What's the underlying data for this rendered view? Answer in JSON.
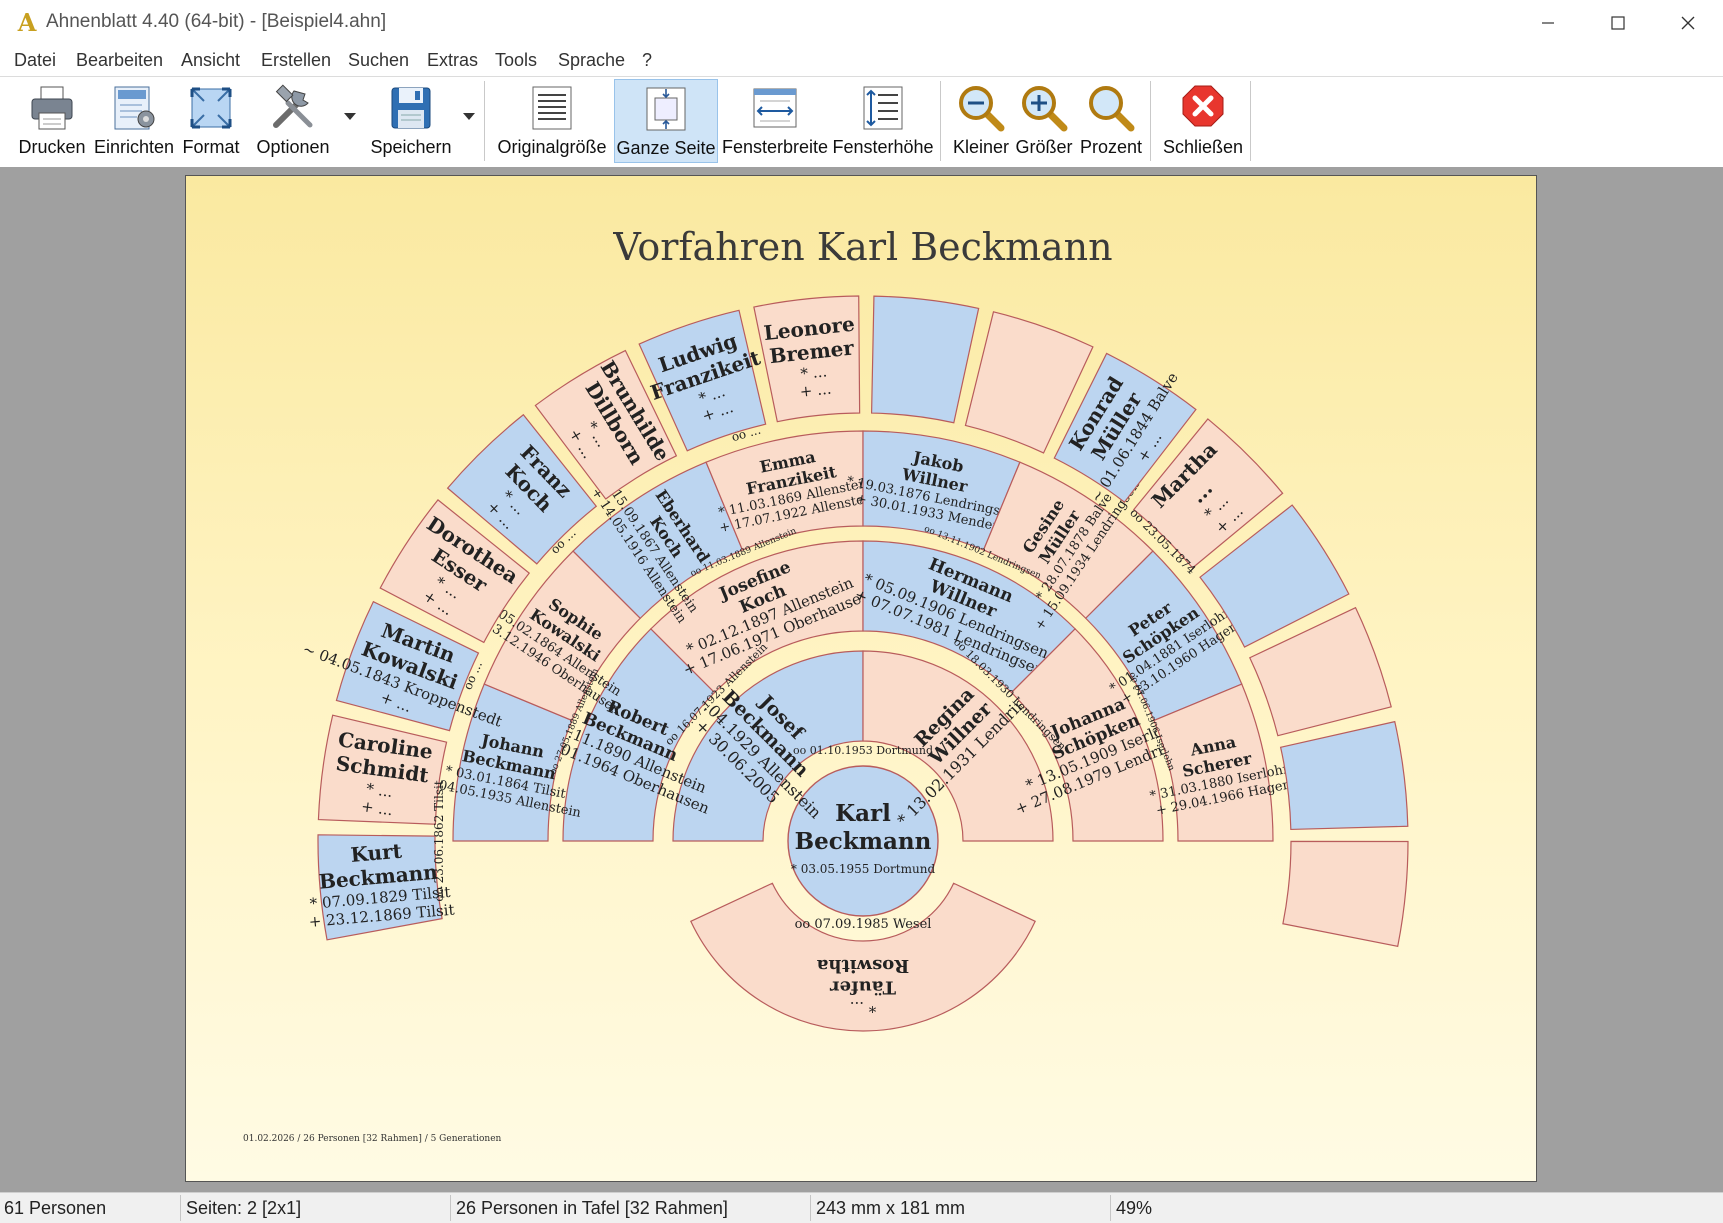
{
  "window": {
    "title": "Ahnenblatt 4.40 (64-bit) - [Beispiel4.ahn]"
  },
  "menu": [
    "Datei",
    "Bearbeiten",
    "Ansicht",
    "Erstellen",
    "Suchen",
    "Extras",
    "Tools",
    "Sprache",
    "?"
  ],
  "toolbar": {
    "drucken": "Drucken",
    "einrichten": "Einrichten",
    "format": "Format",
    "optionen": "Optionen",
    "speichern": "Speichern",
    "originalgroesse": "Originalgröße",
    "ganze_seite": "Ganze Seite",
    "fensterbreite": "Fensterbreite",
    "fensterhoehe": "Fensterhöhe",
    "kleiner": "Kleiner",
    "groesser": "Größer",
    "prozent": "Prozent",
    "schliessen": "Schließen"
  },
  "chart": {
    "title": "Vorfahren Karl Beckmann",
    "footer": "01.02.2026 / 26 Personen [32 Rahmen] / 5 Generationen",
    "colors": {
      "male": "#bcd5f0",
      "female": "#fadccb",
      "outline": "#b85c5c"
    },
    "center": {
      "name1": "Karl",
      "name2": "Beckmann",
      "line": "* 03.05.1955 Dortmund"
    },
    "gen2": [
      {
        "name1": "Josef",
        "name2": "Beckmann",
        "line1": "* 15.04.1929 Allenstein",
        "line2": "+ 30.06.2005"
      },
      {
        "name1": "Regina",
        "name2": "Willner",
        "line1": "* 13.02.1931 Lendringsen",
        "line2": ""
      },
      {
        "name1": "Roswitha",
        "name2": "Täufer",
        "line1": "* ...",
        "line2": ""
      }
    ],
    "marriages": {
      "parents": "oo 01.10.1953 Dortmund",
      "roswitha": "oo 07.09.1985 Wesel",
      "josef_parents": "oo 16.07.1923 Allenstein",
      "regina_parents": "oo 18.03.1930 Lendringsen",
      "robert_parents": "oo 27.05.1889 Allenstein",
      "josefine_parents": "oo 11.03.1889 Allenstein",
      "hermann_parents": "oo 13.11.1902 Lendringsen",
      "johanna_parents": "oo 07.06.1906 Iserlohn",
      "johann_parents": "oo 23.06.1862 Tilsit",
      "sophie_parents": "oo ...",
      "eberhard_parents": "oo ...",
      "emma_parents": "oo ...",
      "gesine_parents": "oo 23.05.1874"
    },
    "gen3": [
      {
        "name1": "Robert",
        "name2": "Beckmann",
        "line1": "* 21.11.1890 Allenstein",
        "line2": "+ 02.01.1964 Oberhausen"
      },
      {
        "name1": "Josefine",
        "name2": "Koch",
        "line1": "* 02.12.1897 Allenstein",
        "line2": "+ 17.06.1971 Oberhausen"
      },
      {
        "name1": "Hermann",
        "name2": "Willner",
        "line1": "* 05.09.1906 Lendringsen",
        "line2": "+ 07.07.1981 Lendringsen"
      },
      {
        "name1": "Johanna",
        "name2": "Schöpken",
        "line1": "* 13.05.1909 Iserlohn",
        "line2": "+ 27.08.1979 Lendringsen"
      }
    ],
    "gen4": [
      {
        "name1": "Johann",
        "name2": "Beckmann",
        "line1": "* 03.01.1864 Tilsit",
        "line2": "+ 04.05.1935 Allenstein"
      },
      {
        "name1": "Sophie",
        "name2": "Kowalski",
        "line1": "* 05.02.1864 Allenstein",
        "line2": "+ 13.12.1946 Oberhausen"
      },
      {
        "name1": "Eberhard",
        "name2": "Koch",
        "line1": "* 15.09.1867 Allenstein",
        "line2": "+ 14.05.1916 Allenstein"
      },
      {
        "name1": "Emma",
        "name2": "Franzikeit",
        "line1": "* 11.03.1869 Allenstein",
        "line2": "+ 17.07.1922 Allenstein"
      },
      {
        "name1": "Jakob",
        "name2": "Willner",
        "line1": "* 19.03.1876 Lendringsen",
        "line2": "+ 30.01.1933 Menden"
      },
      {
        "name1": "Gesine",
        "name2": "Müller",
        "line1": "* 28.07.1878 Balve",
        "line2": "+ 15.09.1934 Lendringsen"
      },
      {
        "name1": "Peter",
        "name2": "Schöpken",
        "line1": "* 01.04.1881 Iserlohn",
        "line2": "+ 23.10.1960 Hagen"
      },
      {
        "name1": "Anna",
        "name2": "Scherer",
        "line1": "* 31.03.1880 Iserlohn",
        "line2": "+ 29.04.1966 Hagen"
      }
    ],
    "gen5": [
      {
        "name1": "Kurt",
        "name2": "Beckmann",
        "line1": "* 07.09.1829 Tilsit",
        "line2": "+ 23.12.1869 Tilsit"
      },
      {
        "name1": "Caroline",
        "name2": "Schmidt",
        "line1": "* ...",
        "line2": "+ ..."
      },
      {
        "name1": "Martin",
        "name2": "Kowalski",
        "line1": "~ 04.05.1843 Kroppenstedt",
        "line2": "+ ..."
      },
      {
        "name1": "Dorothea",
        "name2": "Esser",
        "line1": "* ...",
        "line2": "+ ..."
      },
      {
        "name1": "Franz",
        "name2": "Koch",
        "line1": "* ...",
        "line2": "+ ..."
      },
      {
        "name1": "Brunhilde",
        "name2": "Dillborn",
        "line1": "* ...",
        "line2": "+ ..."
      },
      {
        "name1": "Ludwig",
        "name2": "Franzikeit",
        "line1": "* ...",
        "line2": "+ ..."
      },
      {
        "name1": "Leonore",
        "name2": "Bremer",
        "line1": "* ...",
        "line2": "+ ..."
      },
      {
        "name1": "",
        "name2": "",
        "line1": "",
        "line2": ""
      },
      {
        "name1": "",
        "name2": "",
        "line1": "",
        "line2": ""
      },
      {
        "name1": "Konrad",
        "name2": "Müller",
        "line1": "~ 01.06.1844 Balve",
        "line2": "+ ..."
      },
      {
        "name1": "Martha",
        "name2": "...",
        "line1": "* ...",
        "line2": "+ ..."
      },
      {
        "name1": "",
        "name2": "",
        "line1": "",
        "line2": ""
      },
      {
        "name1": "",
        "name2": "",
        "line1": "",
        "line2": ""
      },
      {
        "name1": "",
        "name2": "",
        "line1": "",
        "line2": ""
      },
      {
        "name1": "",
        "name2": "",
        "line1": "",
        "line2": ""
      }
    ]
  },
  "status": {
    "personen": "61 Personen",
    "seiten": "Seiten: 2 [2x1]",
    "tafel": "26 Personen in Tafel [32 Rahmen]",
    "groesse": "243 mm x 181 mm",
    "zoom": "49%"
  }
}
